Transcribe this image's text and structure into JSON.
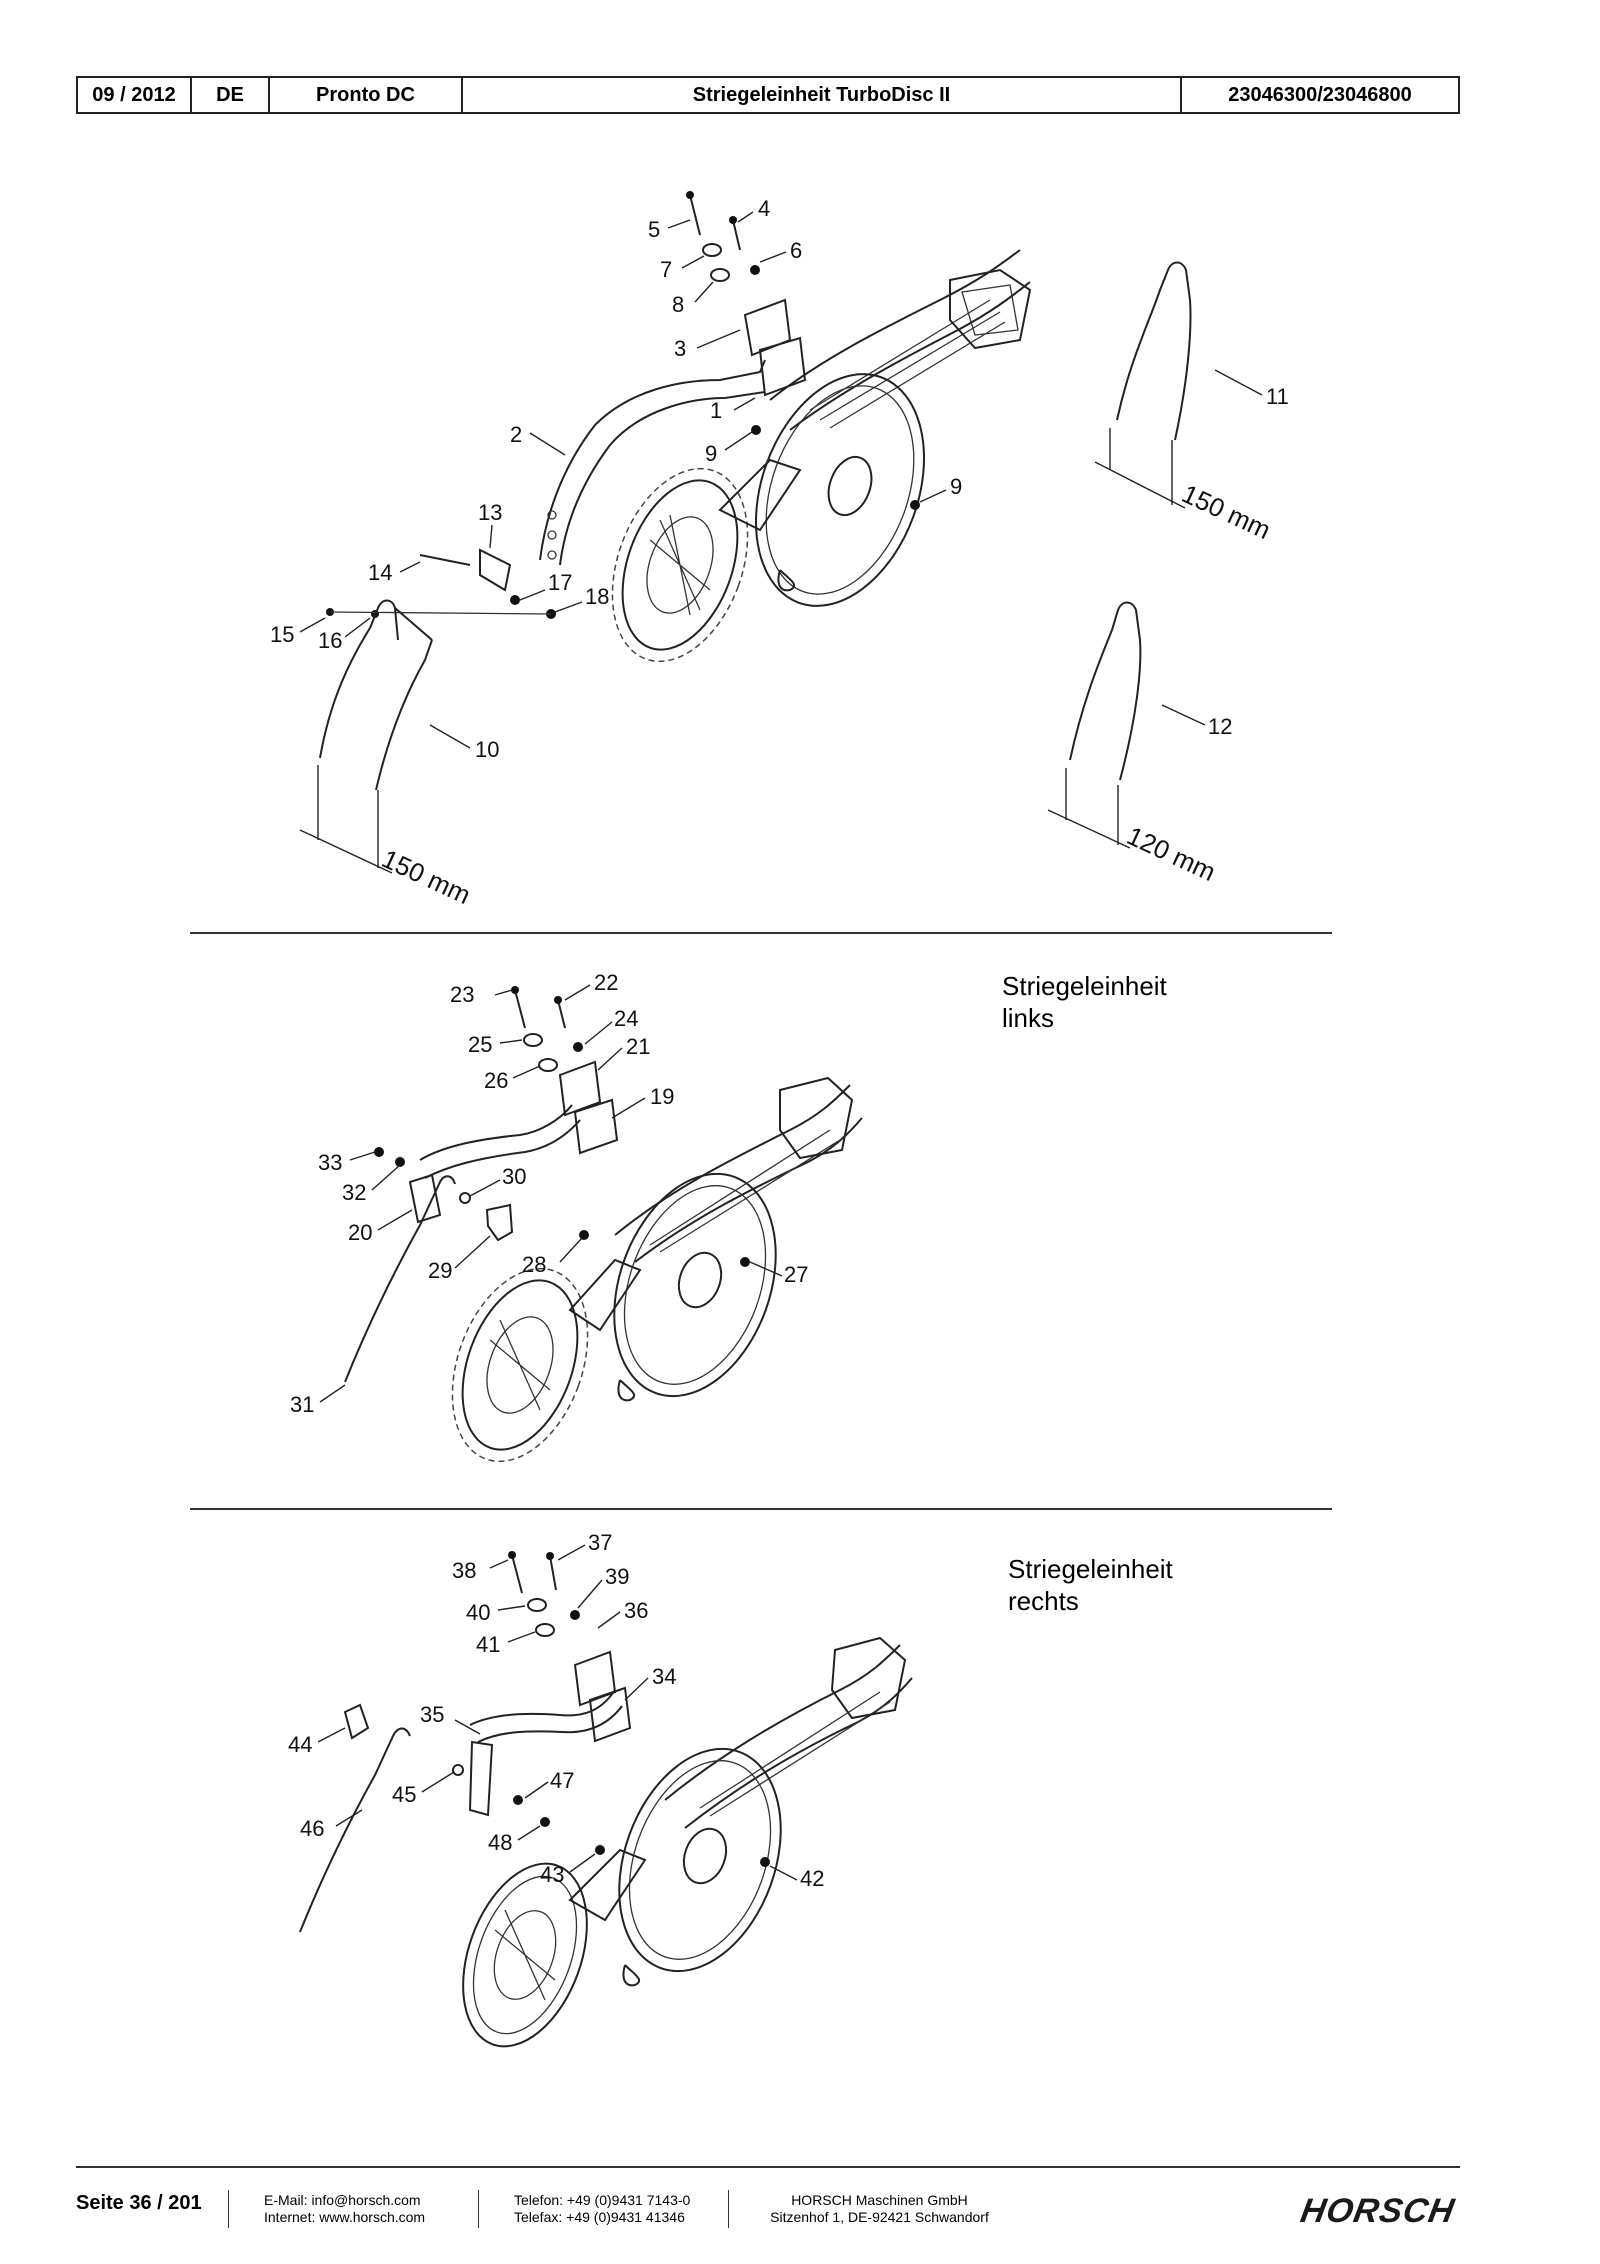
{
  "header": {
    "date": "09 / 2012",
    "lang": "DE",
    "machine": "Pronto DC",
    "title": "Striegeleinheit TurboDisc II",
    "part_numbers": "23046300/23046800"
  },
  "sections": {
    "left_title_line1": "Striegeleinheit",
    "left_title_line2": "links",
    "right_title_line1": "Striegeleinheit",
    "right_title_line2": "rechts"
  },
  "top_labels": [
    "1",
    "2",
    "3",
    "4",
    "5",
    "6",
    "7",
    "8",
    "9",
    "9",
    "10",
    "11",
    "12",
    "13",
    "14",
    "15",
    "16",
    "17",
    "18"
  ],
  "mid_labels": [
    "19",
    "20",
    "21",
    "22",
    "23",
    "24",
    "25",
    "26",
    "27",
    "28",
    "29",
    "30",
    "31",
    "32",
    "33"
  ],
  "bot_labels": [
    "34",
    "35",
    "36",
    "37",
    "38",
    "39",
    "40",
    "41",
    "42",
    "43",
    "44",
    "45",
    "46",
    "47",
    "48"
  ],
  "dimensions": {
    "tine_10": "150 mm",
    "tine_11": "150 mm",
    "tine_12": "120 mm"
  },
  "footer": {
    "page": "Seite 36 / 201",
    "email": "E-Mail: info@horsch.com",
    "internet": "Internet: www.horsch.com",
    "phone": "Telefon: +49 (0)9431 7143-0",
    "fax": "Telefax: +49 (0)9431 41346",
    "company": "HORSCH Maschinen GmbH",
    "address": "Sitzenhof 1, DE-92421 Schwandorf",
    "logo": "HORSCH"
  }
}
